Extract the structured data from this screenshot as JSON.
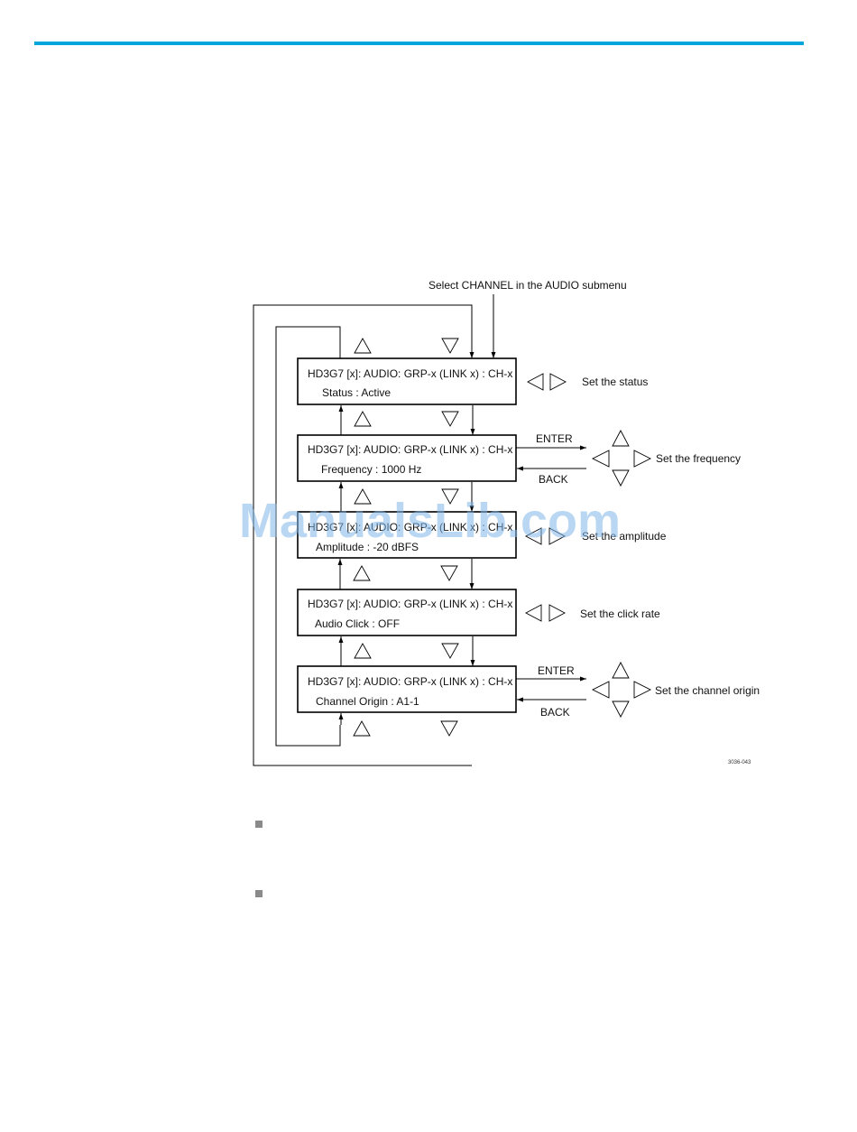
{
  "colors": {
    "accent_rule": "#00a5dc",
    "watermark": "#7fb6e8"
  },
  "header_note": "Select CHANNEL in the AUDIO submenu",
  "menu_boxes": [
    {
      "line1": "HD3G7 [x]: AUDIO: GRP-x (LINK x) : CH-x",
      "line2": "Status : Active"
    },
    {
      "line1": "HD3G7 [x]: AUDIO: GRP-x (LINK x) : CH-x",
      "line2": "Frequency : 1000 Hz"
    },
    {
      "line1": "HD3G7 [x]: AUDIO: GRP-x (LINK x) : CH-x",
      "line2": "Amplitude :  -20 dBFS"
    },
    {
      "line1": "HD3G7 [x]: AUDIO: GRP-x (LINK x) : CH-x",
      "line2": "Audio Click :   OFF"
    },
    {
      "line1": "HD3G7 [x]: AUDIO: GRP-x (LINK x) : CH-x",
      "line2": "Channel Origin :  A1-1"
    }
  ],
  "actions": [
    "Set the status",
    "Set the frequency",
    "Set the amplitude",
    "Set the click rate",
    "Set the channel origin"
  ],
  "enter_label": "ENTER",
  "back_label": "BACK",
  "figure_id": "3036-043",
  "watermark": "ManualsLib.com",
  "icons": [
    "up-arrow-icon",
    "down-arrow-icon",
    "left-arrow-icon",
    "right-arrow-icon",
    "bullet-icon"
  ]
}
